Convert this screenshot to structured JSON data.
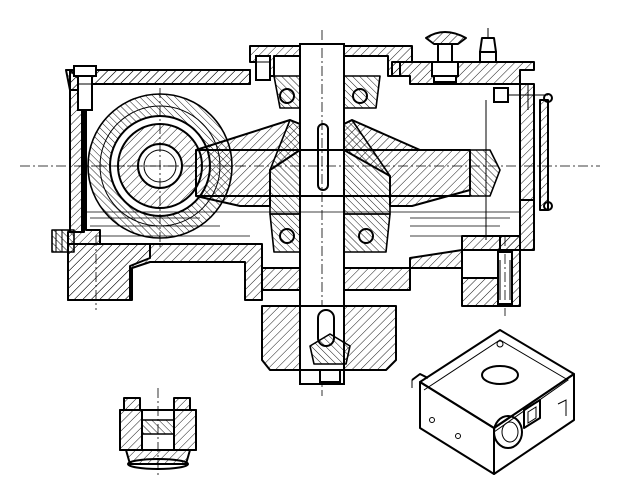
{
  "figure": {
    "views": [
      "sectional-view-gearbox",
      "detail-section-small-bearing",
      "isometric-view-housing"
    ],
    "colors": {
      "ink": "#000000",
      "paper": "#ffffff"
    }
  }
}
